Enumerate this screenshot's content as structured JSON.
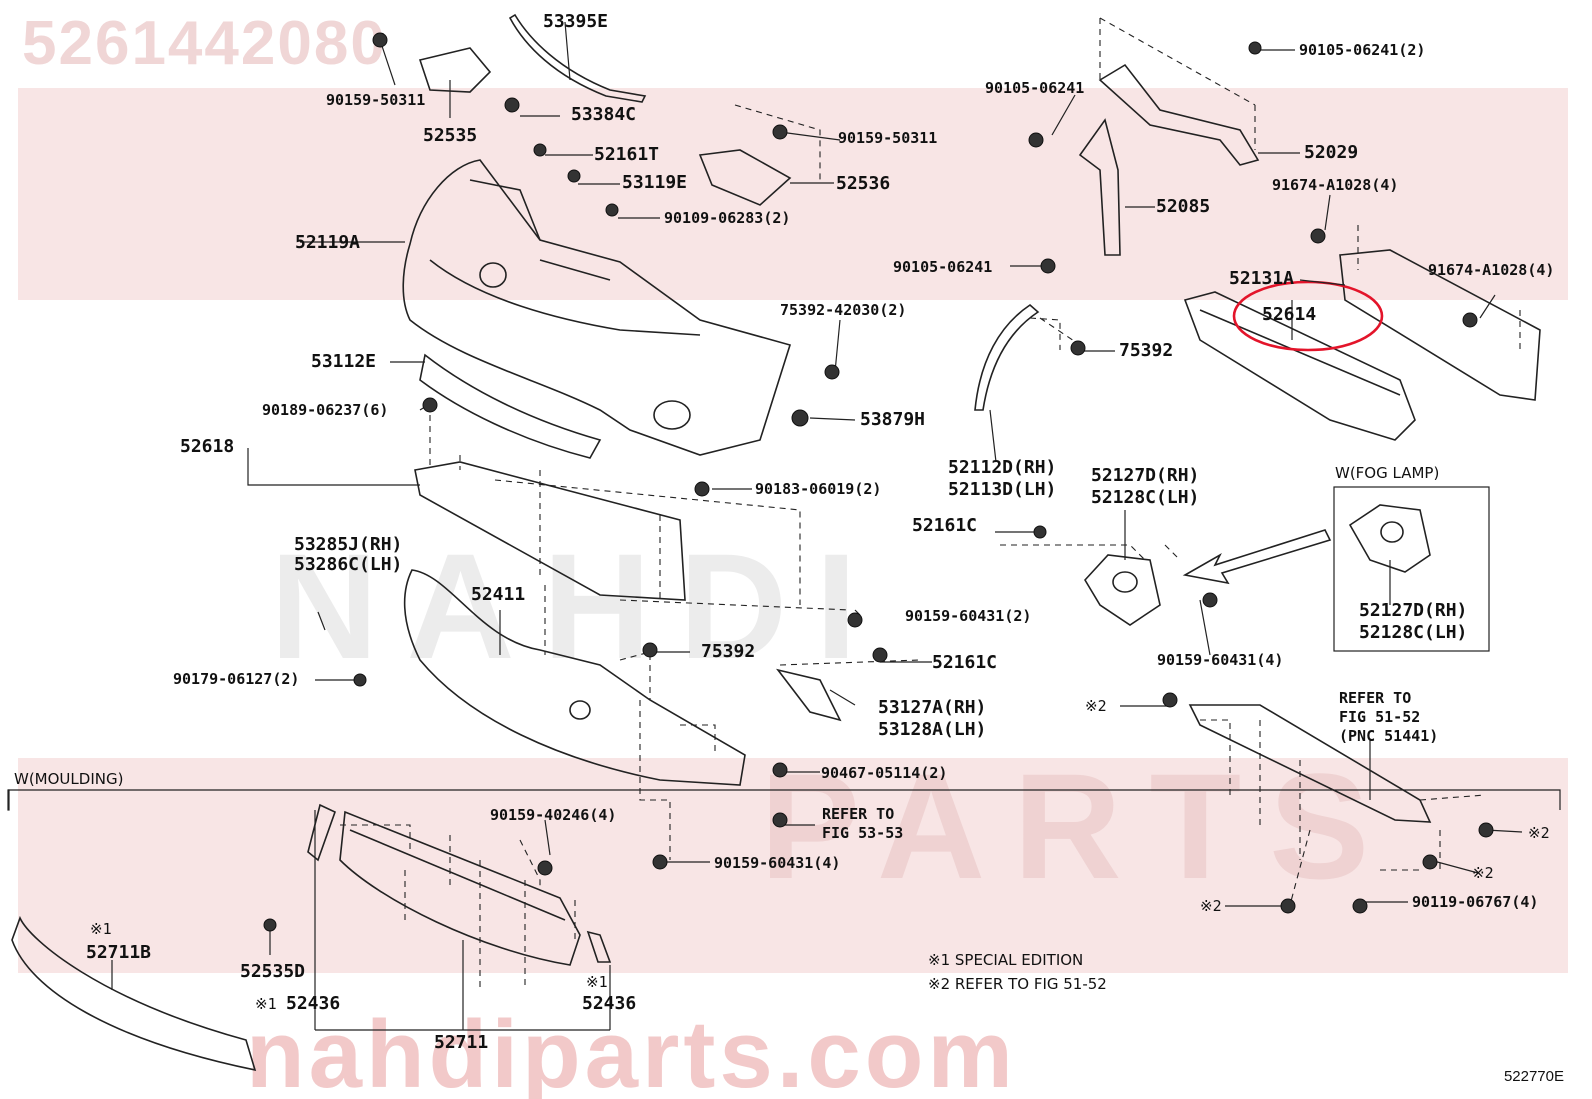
{
  "watermark": {
    "part_number": "5261442080",
    "site": "nahdiparts.com",
    "brand": "NAHDI",
    "parts": "PARTS"
  },
  "diagram_ref": "522770E",
  "highlighted_part": "52614",
  "labels": {
    "l_53395E": "53395E",
    "l_90159_50311_a": "90159-50311",
    "l_52535": "52535",
    "l_53384C": "53384C",
    "l_52161T": "52161T",
    "l_53119E": "53119E",
    "l_90109_06283": "90109-06283(2)",
    "l_90159_50311_b": "90159-50311",
    "l_52536": "52536",
    "l_52119A": "52119A",
    "l_90105_06241_top": "90105-06241(2)",
    "l_90105_06241_a": "90105-06241",
    "l_52029": "52029",
    "l_91674_A1028_a": "91674-A1028(4)",
    "l_52085": "52085",
    "l_90105_06241_b": "90105-06241",
    "l_52131A": "52131A",
    "l_91674_A1028_b": "91674-A1028(4)",
    "l_52614": "52614",
    "l_75392_42030": "75392-42030(2)",
    "l_75392_a": "75392",
    "l_53112E": "53112E",
    "l_90189_06237": "90189-06237(6)",
    "l_53879H": "53879H",
    "l_52618": "52618",
    "l_52112D": "52112D(RH)",
    "l_52113D": "52113D(LH)",
    "l_52127D_a": "52127D(RH)",
    "l_52128C_a": "52128C(LH)",
    "l_90183_06019": "90183-06019(2)",
    "l_wfog": "W(FOG LAMP)",
    "l_52161C_a": "52161C",
    "l_53285J": "53285J(RH)",
    "l_53286C": "53286C(LH)",
    "l_52411": "52411",
    "l_90159_60431_a": "90159-60431(2)",
    "l_52127D_b": "52127D(RH)",
    "l_52128C_b": "52128C(LH)",
    "l_75392_b": "75392",
    "l_52161C_b": "52161C",
    "l_90159_60431_b": "90159-60431(4)",
    "l_90179_06127": "90179-06127(2)",
    "l_x2_a": "※2",
    "l_refer_a1": "REFER TO",
    "l_refer_a2": "FIG 51-52",
    "l_refer_a3": "(PNC 51441)",
    "l_53127A": "53127A(RH)",
    "l_53128A": "53128A(LH)",
    "l_wmoulding": "W(MOULDING)",
    "l_90467_05114": "90467-05114(2)",
    "l_refer_b1": "REFER TO",
    "l_refer_b2": "FIG 53-53",
    "l_90159_40246": "90159-40246(4)",
    "l_x2_b": "※2",
    "l_90159_60431_c": "90159-60431(4)",
    "l_x2_c": "※2",
    "l_x1_a": "※1",
    "l_52711B": "52711B",
    "l_x2_d": "※2",
    "l_90119_06767": "90119-06767(4)",
    "l_52535D": "52535D",
    "l_x1_b": "※1",
    "l_52436_a": "52436",
    "l_x1_c": "※1",
    "l_52436_b": "52436",
    "l_52711": "52711",
    "l_note1": "※1 SPECIAL EDITION",
    "l_note2": "※2 REFER TO FIG 51-52"
  }
}
